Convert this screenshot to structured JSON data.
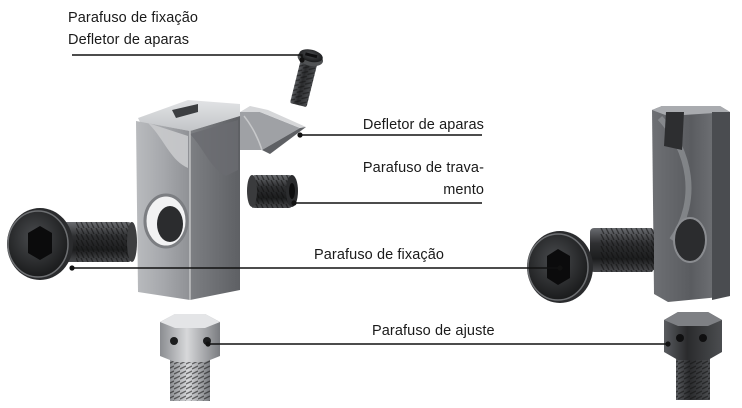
{
  "labels": {
    "top_line1": "Parafuso de fixação",
    "top_line2": "Defletor de aparas",
    "deflector": "Defletor de aparas",
    "locking_line1": "Parafuso de trava-",
    "locking_line2": "mento",
    "clamping": "Parafuso de fixação",
    "adjusting": "Parafuso de ajuste"
  },
  "colors": {
    "text": "#1a1a1a",
    "leader_line": "#111111",
    "metal_dark": "#3a3b3d",
    "metal_mid": "#8e9094",
    "metal_light": "#d9dadc"
  }
}
